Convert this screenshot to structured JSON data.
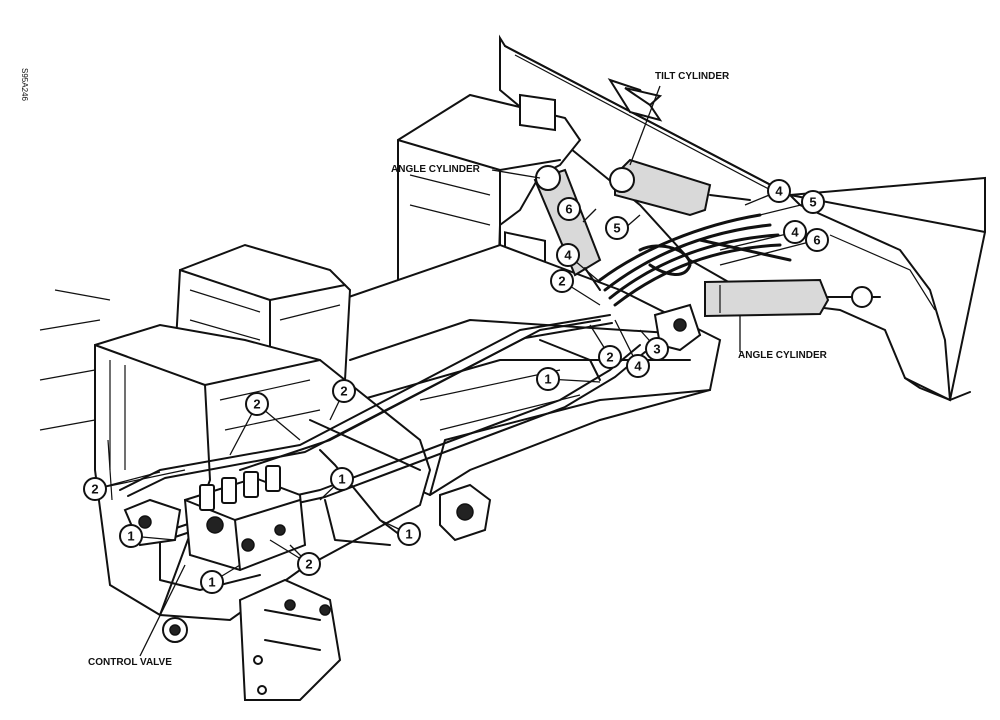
{
  "figure_code": "S95A246",
  "labels": {
    "tilt_cylinder": "TILT CYLINDER",
    "angle_cylinder_upper": "ANGLE CYLINDER",
    "angle_cylinder_lower": "ANGLE CYLINDER",
    "control_valve": "CONTROL VALVE"
  },
  "callouts": [
    "1",
    "2",
    "3",
    "4",
    "5",
    "6"
  ]
}
